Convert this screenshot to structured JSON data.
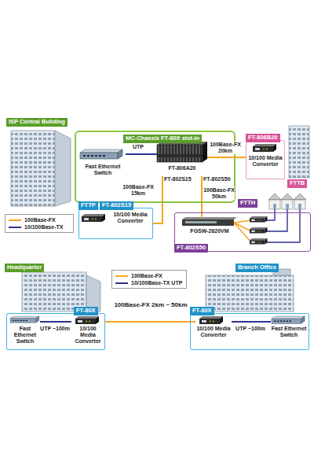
{
  "diagram": {
    "nodes": [
      {
        "text": [
          "MC-Chassis FT-80X slot-in"
        ]
      },
      {
        "text": [
          "ISP Central Building"
        ]
      },
      {
        "text": [
          "Fast Ethernet Switch"
        ],
        "in": 0
      },
      {
        "text": [
          "FT-806A20"
        ],
        "in": 0
      },
      {
        "text": [
          "FT-806B20",
          "10/100 Media Converter"
        ]
      },
      {
        "text": [
          "FTTB"
        ]
      },
      {
        "text": [
          "FTTP",
          "FT-802S15",
          "10/100 Media Converter"
        ]
      },
      {
        "text": [
          "FTTH",
          "FT-802S50"
        ]
      },
      {
        "text": [
          "FGSW-2620VM"
        ],
        "in": 7
      },
      {
        "text": [
          "Headquarter"
        ]
      },
      {
        "text": [
          "FT-80X"
        ],
        "in": 9
      },
      {
        "text": [
          "Fast Ethernet Switch"
        ],
        "in": 10
      },
      {
        "text": [
          "10/100 Media Converter"
        ],
        "in": 10
      },
      {
        "text": [
          "Branch Office"
        ]
      },
      {
        "text": [
          "FT-80X"
        ],
        "in": 13
      },
      {
        "text": [
          "10/100 Media Converter"
        ],
        "in": 14
      },
      {
        "text": [
          "Fast Ethernet Switch"
        ],
        "in": 14
      }
    ],
    "edges": [
      {
        "from": 2,
        "to": 3,
        "label": "UTP",
        "arrow": "none"
      },
      {
        "from": 3,
        "to": 4,
        "label": "100Base-FX 20km",
        "arrow": "none"
      },
      {
        "from": 3,
        "to": 6,
        "label": "100Base-FX 15km",
        "arrow": "none"
      },
      {
        "from": 3,
        "to": 8,
        "label": "100Base-FX 50km",
        "arrow": "none"
      },
      {
        "from": 11,
        "to": 12,
        "label": "UTP ~100m",
        "arrow": "none"
      },
      {
        "from": 12,
        "to": 15,
        "label": "100Base-FX 2km ~ 50km",
        "arrow": "none"
      },
      {
        "from": 15,
        "to": 16,
        "label": "UTP ~100m",
        "arrow": "none"
      }
    ],
    "labels": [
      "FT-802S15",
      "FT-802S50"
    ],
    "legend": [
      {
        "text": "100Base-FX"
      },
      {
        "text": "10/100Base-TX"
      },
      {
        "text": "100Base-FX"
      },
      {
        "text": "10/100Base-TX UTP"
      }
    ]
  }
}
